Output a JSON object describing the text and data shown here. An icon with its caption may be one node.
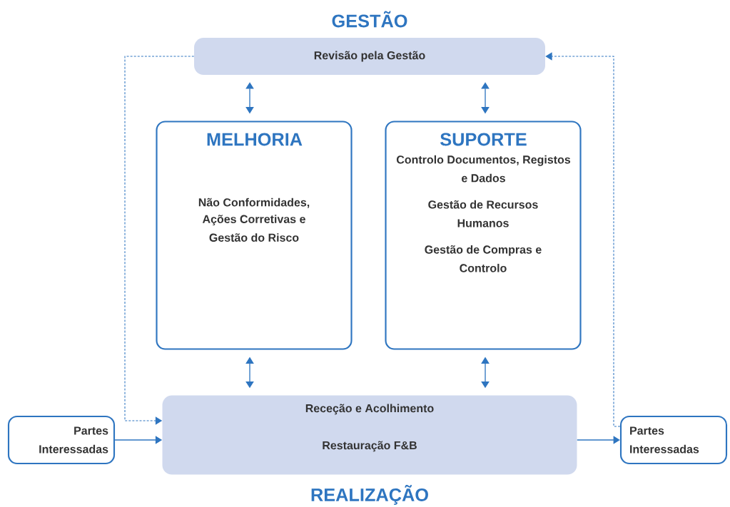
{
  "diagram": {
    "nodes": [
      {
        "text": [
          "Revisão pela Gestão"
        ]
      },
      {
        "text": [
          "MELHORIA",
          "Não Conformidades,",
          "Ações Corretivas e Gestão do Risco"
        ]
      },
      {
        "text": [
          "SUPORTE",
          "Controlo Documentos, Registos e Dados",
          "Gestão de Recursos Humanos",
          "Gestão de Compras e Controlo"
        ]
      },
      {
        "text": [
          "Partes Interessadas"
        ]
      },
      {
        "text": [
          "Receção e Acolhimento",
          "Restauração F&B"
        ]
      },
      {
        "text": [
          "Partes Interessadas"
        ]
      }
    ],
    "edges": [
      {
        "from": 0,
        "to": 1,
        "arrow": "both"
      },
      {
        "from": 0,
        "to": 2,
        "arrow": "both"
      },
      {
        "from": 1,
        "to": 4,
        "arrow": "both"
      },
      {
        "from": 2,
        "to": 4,
        "arrow": "both"
      },
      {
        "from": 3,
        "to": 4,
        "arrow": "to"
      },
      {
        "from": 4,
        "to": 5,
        "arrow": "to"
      },
      {
        "from": 0,
        "to": 4,
        "arrow": "to",
        "style": "dashed"
      },
      {
        "from": 5,
        "to": 0,
        "arrow": "to",
        "style": "dashed"
      }
    ],
    "labels": [
      "GESTÃO",
      "REALIZAÇÃO"
    ]
  }
}
